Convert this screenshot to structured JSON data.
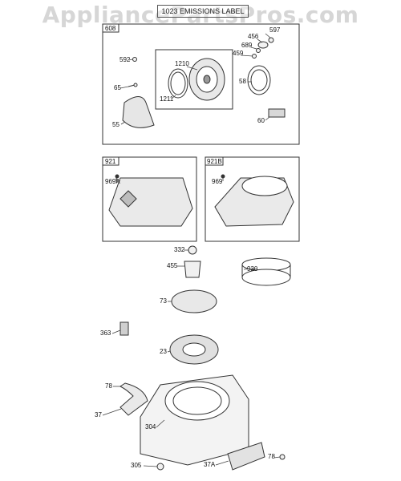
{
  "watermark": "AppliancePartsPros.com",
  "top_label": "1023 EMISSIONS LABEL",
  "groups": {
    "box1": {
      "id": "608"
    },
    "box2": {
      "id": "921"
    },
    "box3": {
      "id": "921B"
    }
  },
  "labels": {
    "l597": "597",
    "l456": "456",
    "l689": "689",
    "l459": "459",
    "l592": "592",
    "l1210": "1210",
    "l65": "65",
    "l58": "58",
    "l1211": "1211",
    "l55": "55",
    "l60": "60",
    "l969A": "969A",
    "l969": "969",
    "l332": "332",
    "l455": "455",
    "l930": "930",
    "l73": "73",
    "l363": "363",
    "l23": "23",
    "l78a": "78",
    "l37": "37",
    "l304": "304",
    "l305": "305",
    "l37A": "37A",
    "l78b": "78"
  }
}
